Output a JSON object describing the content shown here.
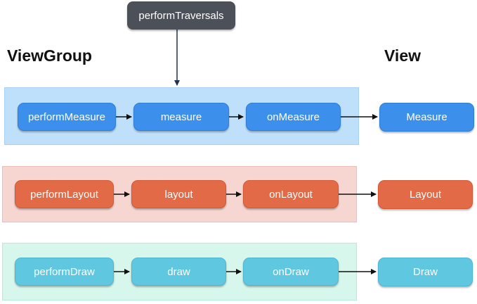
{
  "top_node": {
    "label": "performTraversals"
  },
  "headings": {
    "left": "ViewGroup",
    "right": "View"
  },
  "rows": [
    {
      "name": "measure",
      "color": "#3d8fec",
      "panel_color": "#bfe0fb",
      "viewgroup_steps": [
        "performMeasure",
        "measure",
        "onMeasure"
      ],
      "view_step": "Measure"
    },
    {
      "name": "layout",
      "color": "#e36a46",
      "panel_color": "#f7d6d2",
      "viewgroup_steps": [
        "performLayout",
        "layout",
        "onLayout"
      ],
      "view_step": "Layout"
    },
    {
      "name": "draw",
      "color": "#5fc7e0",
      "panel_color": "#d7f7ec",
      "viewgroup_steps": [
        "performDraw",
        "draw",
        "onDraw"
      ],
      "view_step": "Draw"
    }
  ]
}
